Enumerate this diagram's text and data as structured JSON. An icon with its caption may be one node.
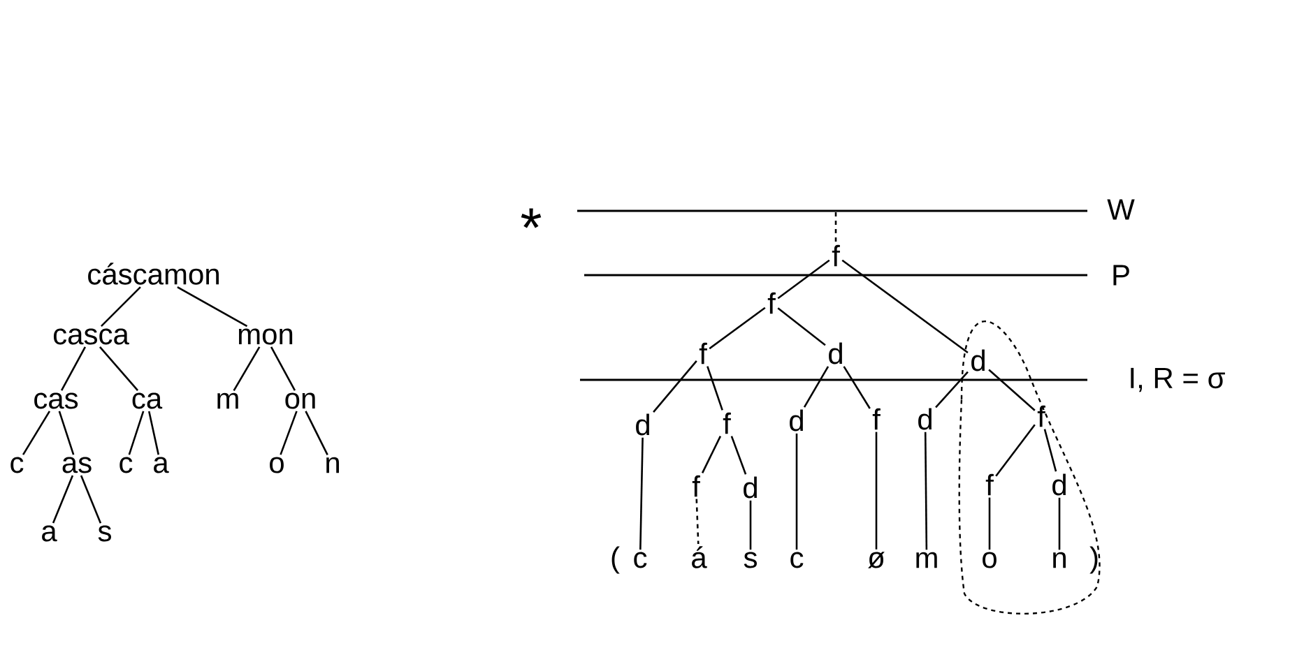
{
  "diagram": {
    "nodes": [
      {
        "text": [
          "cáscamon"
        ]
      },
      {
        "text": [
          "casca"
        ]
      },
      {
        "text": [
          "mon"
        ]
      },
      {
        "text": [
          "cas"
        ]
      },
      {
        "text": [
          "ca"
        ]
      },
      {
        "text": [
          "m"
        ]
      },
      {
        "text": [
          "on"
        ]
      },
      {
        "text": [
          "c"
        ]
      },
      {
        "text": [
          "as"
        ]
      },
      {
        "text": [
          "c"
        ]
      },
      {
        "text": [
          "a"
        ]
      },
      {
        "text": [
          "o"
        ]
      },
      {
        "text": [
          "n"
        ]
      },
      {
        "text": [
          "a"
        ]
      },
      {
        "text": [
          "s"
        ]
      },
      {
        "text": [
          "f"
        ]
      },
      {
        "text": [
          "f"
        ]
      },
      {
        "text": [
          "d"
        ]
      },
      {
        "text": [
          "f"
        ]
      },
      {
        "text": [
          "d"
        ]
      },
      {
        "text": [
          "d"
        ]
      },
      {
        "text": [
          "f"
        ]
      },
      {
        "text": [
          "d"
        ]
      },
      {
        "text": [
          "f"
        ]
      },
      {
        "text": [
          "d"
        ]
      },
      {
        "text": [
          "f"
        ]
      },
      {
        "text": [
          "f"
        ]
      },
      {
        "text": [
          "d"
        ]
      },
      {
        "text": [
          "f"
        ]
      },
      {
        "text": [
          "d"
        ]
      },
      {
        "text": [
          "c"
        ]
      },
      {
        "text": [
          "á"
        ]
      },
      {
        "text": [
          "s"
        ]
      },
      {
        "text": [
          "c"
        ]
      },
      {
        "text": [
          "ø"
        ]
      },
      {
        "text": [
          "m"
        ]
      },
      {
        "text": [
          "o"
        ]
      },
      {
        "text": [
          "n"
        ]
      }
    ],
    "edges": [
      {
        "from": 0,
        "to": 1,
        "arrow": "none"
      },
      {
        "from": 0,
        "to": 2,
        "arrow": "none"
      },
      {
        "from": 1,
        "to": 3,
        "arrow": "none"
      },
      {
        "from": 1,
        "to": 4,
        "arrow": "none"
      },
      {
        "from": 3,
        "to": 7,
        "arrow": "none"
      },
      {
        "from": 3,
        "to": 8,
        "arrow": "none"
      },
      {
        "from": 8,
        "to": 13,
        "arrow": "none"
      },
      {
        "from": 8,
        "to": 14,
        "arrow": "none"
      },
      {
        "from": 4,
        "to": 9,
        "arrow": "none"
      },
      {
        "from": 4,
        "to": 10,
        "arrow": "none"
      },
      {
        "from": 2,
        "to": 5,
        "arrow": "none"
      },
      {
        "from": 2,
        "to": 6,
        "arrow": "none"
      },
      {
        "from": 6,
        "to": 11,
        "arrow": "none"
      },
      {
        "from": 6,
        "to": 12,
        "arrow": "none"
      },
      {
        "from": null,
        "to": 15,
        "arrow": "none",
        "style": "dashed"
      },
      {
        "from": 15,
        "to": 16,
        "arrow": "none"
      },
      {
        "from": 15,
        "to": 17,
        "arrow": "none"
      },
      {
        "from": 16,
        "to": 18,
        "arrow": "none"
      },
      {
        "from": 16,
        "to": 19,
        "arrow": "none"
      },
      {
        "from": 18,
        "to": 20,
        "arrow": "none"
      },
      {
        "from": 18,
        "to": 21,
        "arrow": "none"
      },
      {
        "from": 19,
        "to": 22,
        "arrow": "none"
      },
      {
        "from": 19,
        "to": 23,
        "arrow": "none"
      },
      {
        "from": 17,
        "to": 24,
        "arrow": "none"
      },
      {
        "from": 17,
        "to": 25,
        "arrow": "none"
      },
      {
        "from": 21,
        "to": 26,
        "arrow": "none"
      },
      {
        "from": 21,
        "to": 27,
        "arrow": "none"
      },
      {
        "from": 25,
        "to": 28,
        "arrow": "none"
      },
      {
        "from": 25,
        "to": 29,
        "arrow": "none"
      },
      {
        "from": 20,
        "to": 30,
        "arrow": "none"
      },
      {
        "from": 26,
        "to": 31,
        "arrow": "none",
        "style": "dashed"
      },
      {
        "from": 27,
        "to": 32,
        "arrow": "none"
      },
      {
        "from": 22,
        "to": 33,
        "arrow": "none"
      },
      {
        "from": 23,
        "to": 34,
        "arrow": "none"
      },
      {
        "from": 24,
        "to": 35,
        "arrow": "none"
      },
      {
        "from": 28,
        "to": 36,
        "arrow": "none"
      },
      {
        "from": 29,
        "to": 37,
        "arrow": "none"
      }
    ],
    "labels": [
      "*",
      "W",
      "P",
      "I, R = σ",
      "(",
      ")"
    ]
  }
}
